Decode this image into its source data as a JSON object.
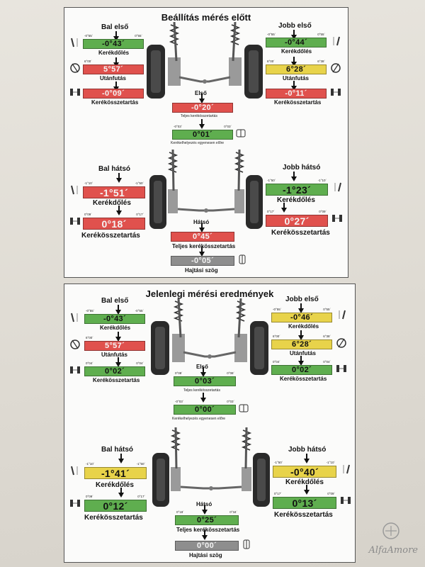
{
  "panel1": {
    "title": "Beállítás mérés előtt",
    "front_left": {
      "header": "Bal első",
      "camber": {
        "value": "-0°43´",
        "min": "-0°55´",
        "max": "0°55´",
        "label": "Kerékdőlés",
        "color": "green"
      },
      "caster": {
        "value": "5°57´",
        "min": "6°00´",
        "max": "",
        "label": "Utánfutás",
        "color": "red"
      },
      "toe": {
        "value": "-0°09´",
        "min": "",
        "max": "",
        "label": "Kerékösszetartás",
        "color": "red"
      }
    },
    "front_right": {
      "header": "Jobb első",
      "camber": {
        "value": "-0°44´",
        "min": "-0°55´",
        "max": "0°55´",
        "label": "Kerékdőlés",
        "color": "green"
      },
      "caster": {
        "value": "6°28´",
        "min": "6°00´",
        "max": "6°38´",
        "label": "Utánfutás",
        "color": "yellow"
      },
      "toe": {
        "value": "-0°11´",
        "min": "",
        "max": "",
        "label": "Kerékösszetartás",
        "color": "red"
      }
    },
    "front_total": {
      "header": "Első",
      "value": "-0°20´",
      "label": "Teljes kerékösszetartás",
      "color": "red"
    },
    "front_setback": {
      "value": "0°01´",
      "min": "-0°03´",
      "max": "0°03´",
      "label": "Kerékelhelyezés egyenesen előre",
      "color": "green"
    },
    "rear_left": {
      "header": "Bal hátsó",
      "camber": {
        "value": "-1°51´",
        "min": "-1°10´",
        "max": "-1°50´",
        "label": "Kerékdőlés",
        "color": "red"
      },
      "toe": {
        "value": "0°18´",
        "min": "0°09´",
        "max": "0°17´",
        "label": "Kerékösszetartás",
        "color": "red"
      }
    },
    "rear_right": {
      "header": "Jobb hátsó",
      "camber": {
        "value": "-1°23´",
        "min": "-1°50´",
        "max": "-1°10´",
        "label": "Kerékdőlés",
        "color": "green"
      },
      "toe": {
        "value": "0°27´",
        "min": "0°17´",
        "max": "0°09´",
        "label": "Kerékösszetartás",
        "color": "red"
      }
    },
    "rear_total": {
      "header": "Hátsó",
      "value": "0°45´",
      "label": "Teljes kerékösszetartás",
      "color": "red"
    },
    "thrust": {
      "value": "-0°05´",
      "label": "Hajtási szög",
      "color": "gray"
    }
  },
  "panel2": {
    "title": "Jelenlegi mérési eredmények",
    "front_left": {
      "header": "Bal első",
      "camber": {
        "value": "-0°43´",
        "min": "-0°55´",
        "max": "-0°55´",
        "label": "Kerékdőlés",
        "color": "green"
      },
      "caster": {
        "value": "5°57´",
        "min": "6°00´",
        "max": "",
        "label": "Utánfutás",
        "color": "red"
      },
      "toe": {
        "value": "0°02´",
        "min": "0°04´",
        "max": "0°04´",
        "label": "Kerékösszetartás",
        "color": "green"
      }
    },
    "front_right": {
      "header": "Jobb első",
      "camber": {
        "value": "-0°46´",
        "min": "-0°55´",
        "max": "0°55´",
        "label": "Kerékdőlés",
        "color": "yellow"
      },
      "caster": {
        "value": "6°28´",
        "min": "6°00´",
        "max": "6°38´",
        "label": "Utánfutás",
        "color": "yellow"
      },
      "toe": {
        "value": "0°02´",
        "min": "0°04´",
        "max": "0°04´",
        "label": "Kerékösszetartás",
        "color": "green"
      }
    },
    "front_total": {
      "header": "Első",
      "value": "0°03´",
      "min": "0°08´",
      "max": "0°08´",
      "label": "Teljes kerékösszetartás",
      "color": "green"
    },
    "front_setback": {
      "value": "0°00´",
      "min": "-0°03´",
      "max": "0°03´",
      "label": "Kerékelhelyezés egyenesen előre",
      "color": "green"
    },
    "rear_left": {
      "header": "Bal hátsó",
      "camber": {
        "value": "-1°41´",
        "min": "-1°10´",
        "max": "-1°50´",
        "label": "Kerékdőlés",
        "color": "yellow"
      },
      "toe": {
        "value": "0°12´",
        "min": "0°09´",
        "max": "0°17´",
        "label": "Kerékösszetartás",
        "color": "green"
      }
    },
    "rear_right": {
      "header": "Jobb hátsó",
      "camber": {
        "value": "-0°40´",
        "min": "-1°50´",
        "max": "-1°10´",
        "label": "Kerékdőlés",
        "color": "yellow"
      },
      "toe": {
        "value": "0°13´",
        "min": "0°17´",
        "max": "0°09´",
        "label": "Kerékösszetartás",
        "color": "green"
      }
    },
    "rear_total": {
      "header": "Hátsó",
      "value": "0°25´",
      "min": "0°18´",
      "max": "0°34´",
      "label": "Teljes kerékösszetartás",
      "color": "green"
    },
    "thrust": {
      "value": "0°00´",
      "label": "Hajtási szög",
      "color": "gray"
    }
  },
  "watermark": "AlfaAmore"
}
